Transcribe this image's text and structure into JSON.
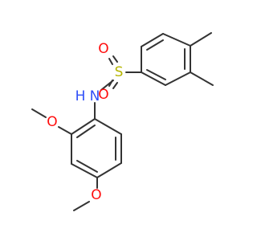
{
  "molecule": {
    "atoms": {
      "S": {
        "label": "S",
        "color": "#b5b500"
      },
      "O1": {
        "label": "O",
        "color": "#ff0d0d"
      },
      "O2": {
        "label": "O",
        "color": "#ff0d0d"
      },
      "N": {
        "label": "N",
        "color": "#3050f8"
      },
      "H": {
        "label": "H",
        "color": "#3050f8"
      },
      "O3": {
        "label": "O",
        "color": "#ff0d0d"
      },
      "O4": {
        "label": "O",
        "color": "#ff0d0d"
      }
    },
    "bond_color": "#333333"
  }
}
